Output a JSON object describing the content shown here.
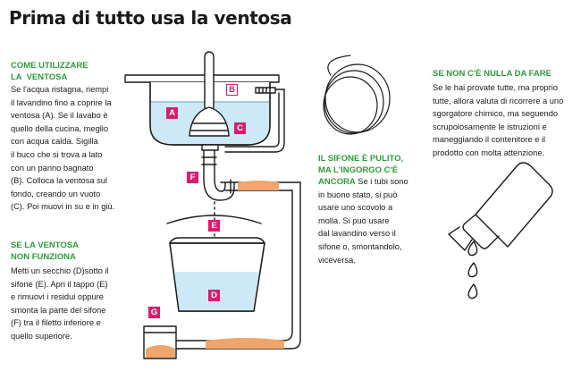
{
  "title": "Prima di tutto usa la ventosa",
  "col1": {
    "heading": [
      "COME UTILIZZARE",
      "LA  VENTOSA"
    ],
    "text": [
      "Se l'acqua ristagna, riempi",
      "il lavandino fino a coprire la",
      "ventosa (A). Se il lavabo è",
      "quello della cucina, meglio",
      "con acqua calda. Sigilla",
      "il buco che si trova a lato",
      "con un panno bagnato",
      "(B). Colloca la ventosa sul",
      "fondo, creando un vuoto",
      "(C). Poi muovi in su e in giù."
    ]
  },
  "col2": {
    "heading": [
      "SE LA VENTOSA",
      "NON FUNZIONA"
    ],
    "text": [
      "Metti un secchio (D)sotto il",
      "sifone (E). Apri il tappo (E)",
      "e rimuovi i residui oppure",
      "smonta la parte del sifone",
      "(F) tra il filetto inferiore e",
      "quello superiore."
    ]
  },
  "col3": {
    "heading": [
      "IL SIFONE È PULITO,",
      "MA L'INGORGO C'È"
    ],
    "heading_tail": "ANCORA",
    "first_line_rest": " Se i tubi sono",
    "text": [
      "in buono stato, si può",
      "usare uno scovolo a",
      "molla. Si può usare",
      "dal lavandino verso il",
      "sifone o, smontandolo,",
      "viceversa."
    ]
  },
  "col4": {
    "heading": "SE NON C'È NULLA DA FARE",
    "text": [
      "Se le hai provate tutte, ma proprio",
      "tutte, allora valuta di ricorrere a uno",
      "sgorgatore chimico, ma seguendo",
      "scrupolosamente le istruzioni e",
      "maneggiando il contenitore e il",
      "prodotto con molta attenzione."
    ]
  },
  "labels": {
    "A": "A",
    "B": "B",
    "C": "C",
    "D": "D",
    "E": "E",
    "F": "F",
    "G": "G"
  },
  "colors": {
    "heading_green": "#2e9b3d",
    "label_magenta": "#d51f6f",
    "water_blue": "#cde8f6",
    "residue_orange": "#f0a56d",
    "line": "#1a1a1a"
  },
  "icons": [
    "plunger-icon",
    "spring-brush-icon",
    "chemical-bottle-icon",
    "drop-icon",
    "bucket-icon"
  ]
}
